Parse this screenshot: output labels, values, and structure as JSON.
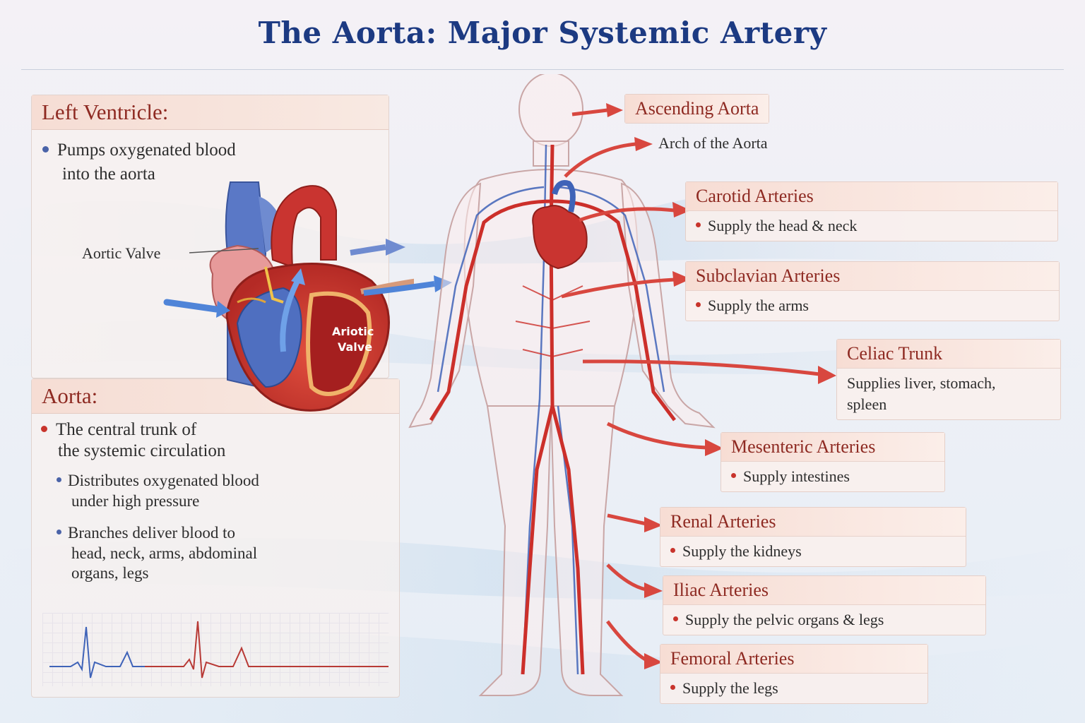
{
  "title": "The Aorta: Major Systemic Artery",
  "left_ventricle": {
    "heading": "Left Ventricle:",
    "bullet": [
      "Pumps oxygenated blood",
      "into the aorta"
    ]
  },
  "heart_labels": {
    "aortic_valve": "Aortic Valve",
    "ariotic_valve": [
      "Ariotic",
      "Valve"
    ]
  },
  "aorta": {
    "heading": "Aorta:",
    "bullets": [
      {
        "lines": [
          "The central trunk of",
          "the systemic circulation"
        ]
      },
      {
        "lines": [
          "Distributes oxygenated blood",
          "under high pressure"
        ]
      },
      {
        "lines": [
          "Branches deliver blood to",
          "head, neck, arms, abdominal",
          "organs, legs"
        ]
      }
    ]
  },
  "labels": {
    "ascending_aorta": "Ascending Aorta",
    "arch_of_aorta": "Arch of the Aorta",
    "carotid": {
      "title": "Carotid Arteries",
      "text": "Supply the head & neck"
    },
    "subclavian": {
      "title": "Subclavian Arteries",
      "text": "Supply the arms"
    },
    "celiac": {
      "title": "Celiac Trunk",
      "lines": [
        "Supplies liver, stomach,",
        "spleen"
      ]
    },
    "mesenteric": {
      "title": "Mesenteric Arteries",
      "text": "Supply intestines"
    },
    "renal": {
      "title": "Renal Arteries",
      "text": "Supply the kidneys"
    },
    "iliac": {
      "title": "Iliac Arteries",
      "text": "Supply the pelvic organs & legs"
    },
    "femoral": {
      "title": "Femoral Arteries",
      "text": "Supply the legs"
    }
  },
  "colors": {
    "title": "#1c3a82",
    "heading": "#8e2a22",
    "artery": "#cc2f2a",
    "vein": "#3f63b8",
    "bullet_blue": "#4a63a8",
    "bullet_red": "#c8342c"
  }
}
